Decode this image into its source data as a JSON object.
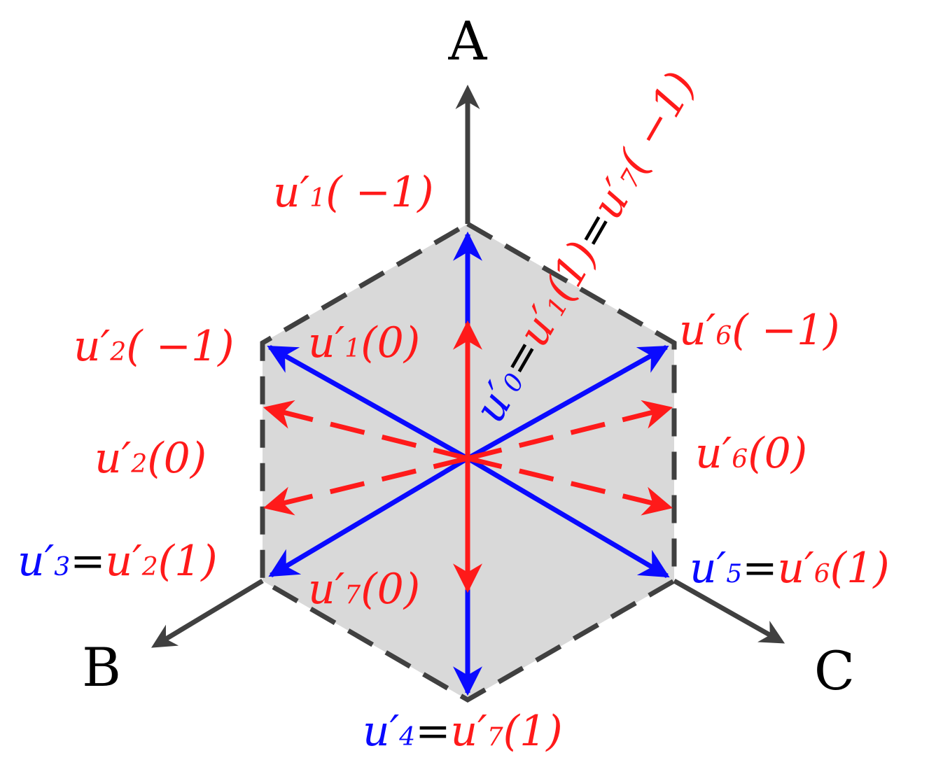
{
  "axes": {
    "a": "A",
    "b": "B",
    "c": "C"
  },
  "labels": {
    "u1_neg": {
      "u": "u",
      "prime": "′",
      "sub": "1",
      "arg": "( −1)"
    },
    "u1_0": {
      "u": "u",
      "prime": "′",
      "sub": "1",
      "arg": "(0)"
    },
    "u0": {
      "u": "u",
      "prime": "′",
      "sub": "0",
      "eq1": "=",
      "ru": "u",
      "rprime": "′",
      "rsub": "1",
      "rarg": "(1)",
      "eq2": "=",
      "su": "u",
      "sprime": "′",
      "ssub": "7",
      "sarg": "( −1)"
    },
    "u2_neg": {
      "u": "u",
      "prime": "′",
      "sub": "2",
      "arg": "( −1)"
    },
    "u2_0": {
      "u": "u",
      "prime": "′",
      "sub": "2",
      "arg": "(0)"
    },
    "u3": {
      "u": "u",
      "prime": "′",
      "sub": "3",
      "eq": "=",
      "ru": "u",
      "rprime": "′",
      "rsub": "2",
      "rarg": "(1)"
    },
    "u7_0": {
      "u": "u",
      "prime": "′",
      "sub": "7",
      "arg": "(0)"
    },
    "u4": {
      "u": "u",
      "prime": "′",
      "sub": "4",
      "eq": "=",
      "ru": "u",
      "rprime": "′",
      "rsub": "7",
      "rarg": "(1)"
    },
    "u6_neg": {
      "u": "u",
      "prime": "′",
      "sub": "6",
      "arg": "( −1)"
    },
    "u6_0": {
      "u": "u",
      "prime": "′",
      "sub": "6",
      "arg": "(0)"
    },
    "u5": {
      "u": "u",
      "prime": "′",
      "sub": "5",
      "eq": "=",
      "ru": "u",
      "rprime": "′",
      "rsub": "6",
      "rarg": "(1)"
    }
  },
  "colors": {
    "hexagon_fill": "#d9d9d9",
    "axis": "#404040",
    "blue": "#0a0aff",
    "red": "#ff1a1a"
  }
}
